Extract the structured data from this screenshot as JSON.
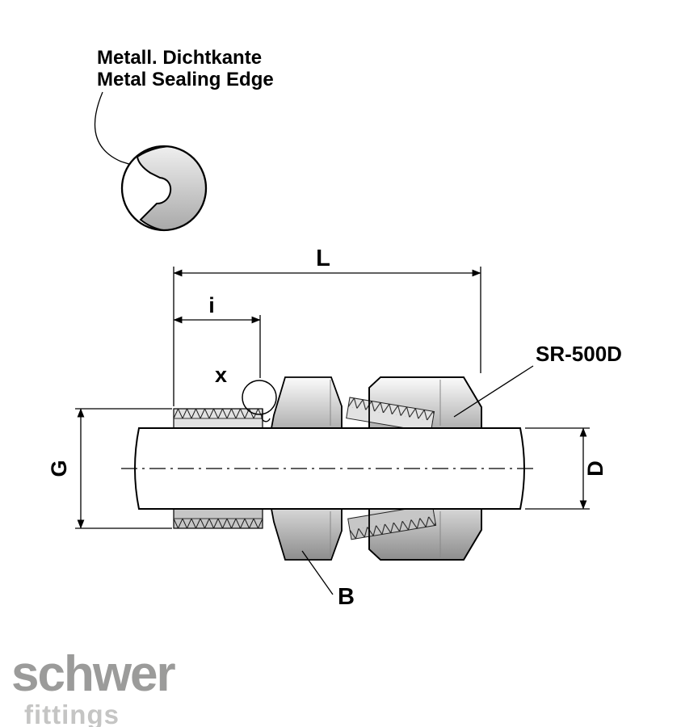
{
  "annotations": {
    "sealing_edge": {
      "line1": "Metall. Dichtkante",
      "line2": "Metal Sealing Edge"
    },
    "product_code": "SR-500D"
  },
  "dimensions": {
    "overall_length": "L",
    "thread_length": "i",
    "sealing_detail": "x",
    "thread_size": "G",
    "tube_diameter": "D",
    "nut_size": "B"
  },
  "logo": {
    "brand": "schwer",
    "tagline": "fittings"
  },
  "colors": {
    "drawing_line": "#000000",
    "metal_light": "#fbfbfb",
    "metal_mid": "#c6c6c6",
    "metal_dark": "#8d8d8d",
    "logo_brand": "#9b9b9a",
    "logo_tagline": "#c5c5c4",
    "background": "#ffffff"
  }
}
